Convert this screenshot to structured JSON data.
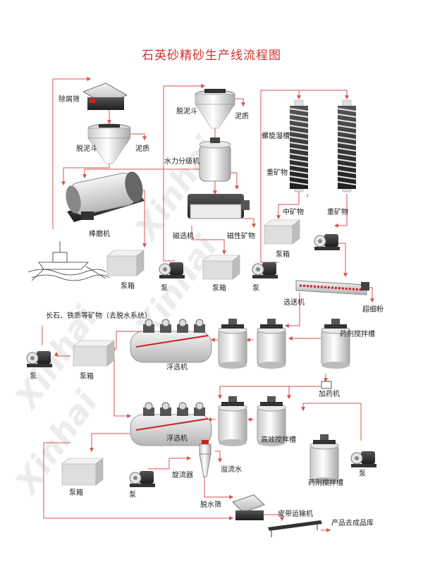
{
  "title": "石英砂精砂生产线流程图",
  "colors": {
    "title": "#d32f2f",
    "flow": "#d9534f",
    "equipment": "#3a3a3a",
    "accent": "#cc2222"
  },
  "labels": {
    "scalper": "除屑筛",
    "desliming_hopper_1": "脱泥斗",
    "tailing_1": "泥质",
    "desliming_hopper_2": "脱泥斗",
    "tailing_2": "泥质",
    "hydraulic_classifier": "水力分级机",
    "spiral_chute": "螺旋溜槽",
    "heavy_mineral_1": "重矿物",
    "middlings": "中矿物",
    "heavy_mineral_2": "重矿物",
    "rod_mill": "棒磨机",
    "magnetic_separator": "磁选机",
    "magnetic_minerals": "磁性矿物",
    "pump_box_1": "泵箱",
    "pump_1": "泵",
    "pump_box_2": "泵箱",
    "pump_2": "泵",
    "pump_box_3": "泵箱",
    "screw_classifier": "选送机",
    "ultrafine": "超细粉",
    "feldspar_note": "长石、铁质等矿物（去脱水系统）",
    "reagent_tank_1": "药剂搅拌槽",
    "pump_3": "泵",
    "pump_box_4": "泵箱",
    "flotation_1": "浮选机",
    "dosing_machine": "加药机",
    "flotation_2": "浮选机",
    "high_efficiency_agitator": "高效搅拌槽",
    "reagent_tank_2": "药剂搅拌槽",
    "pump_4": "泵",
    "pump_box_5": "泵箱",
    "pump_5": "泵",
    "hydrocyclone": "旋流器",
    "overflow": "溢流水",
    "dewatering_screen": "脱水筛",
    "belt_conveyor": "皮带运输机",
    "product_warehouse": "产品去成品库"
  },
  "watermark": "Xinhai",
  "logo_text": "Xinhai"
}
